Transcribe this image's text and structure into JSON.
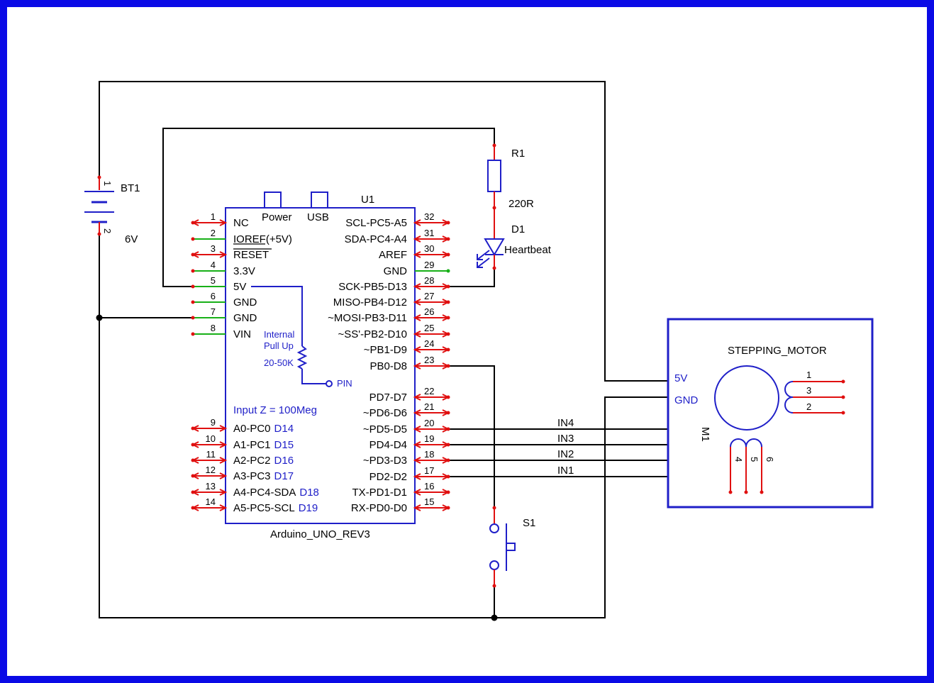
{
  "u1": {
    "ref": "U1",
    "name": "Arduino_UNO_REV3",
    "power": "Power",
    "usb": "USB",
    "internal1": "Internal",
    "internal2": "Pull Up",
    "internal3": "20-50K",
    "pin_label": "PIN",
    "input_z": "Input Z = 100Meg",
    "left_pins": [
      {
        "num": "1",
        "label": "NC",
        "extra": "",
        "color": "red"
      },
      {
        "num": "2",
        "label": "IOREF(+5V)",
        "extra": "",
        "color": "green"
      },
      {
        "num": "3",
        "label": "RESET",
        "extra": "",
        "color": "red"
      },
      {
        "num": "4",
        "label": "3.3V",
        "extra": "",
        "color": "green"
      },
      {
        "num": "5",
        "label": "5V",
        "extra": "",
        "color": "green"
      },
      {
        "num": "6",
        "label": "GND",
        "extra": "",
        "color": "green"
      },
      {
        "num": "7",
        "label": "GND",
        "extra": "",
        "color": "green"
      },
      {
        "num": "8",
        "label": "VIN",
        "extra": "",
        "color": "green"
      },
      {
        "num": "9",
        "label": "A0-PC0",
        "extra": "D14",
        "color": "red"
      },
      {
        "num": "10",
        "label": "A1-PC1",
        "extra": "D15",
        "color": "red"
      },
      {
        "num": "11",
        "label": "A2-PC2",
        "extra": "D16",
        "color": "red"
      },
      {
        "num": "12",
        "label": "A3-PC3",
        "extra": "D17",
        "color": "red"
      },
      {
        "num": "13",
        "label": "A4-PC4-SDA",
        "extra": "D18",
        "color": "red"
      },
      {
        "num": "14",
        "label": "A5-PC5-SCL",
        "extra": "D19",
        "color": "red"
      }
    ],
    "right_pins": [
      {
        "num": "32",
        "label": "SCL-PC5-A5",
        "color": "red"
      },
      {
        "num": "31",
        "label": "SDA-PC4-A4",
        "color": "red"
      },
      {
        "num": "30",
        "label": "AREF",
        "color": "red"
      },
      {
        "num": "29",
        "label": "GND",
        "color": "green"
      },
      {
        "num": "28",
        "label": "SCK-PB5-D13",
        "color": "red"
      },
      {
        "num": "27",
        "label": "MISO-PB4-D12",
        "color": "red"
      },
      {
        "num": "26",
        "label": "~MOSI-PB3-D11",
        "color": "red"
      },
      {
        "num": "25",
        "label": "~SS'-PB2-D10",
        "color": "red"
      },
      {
        "num": "24",
        "label": "~PB1-D9",
        "color": "red"
      },
      {
        "num": "23",
        "label": "PB0-D8",
        "color": "red"
      },
      {
        "num": "22",
        "label": "PD7-D7",
        "color": "red"
      },
      {
        "num": "21",
        "label": "~PD6-D6",
        "color": "red"
      },
      {
        "num": "20",
        "label": "~PD5-D5",
        "color": "red"
      },
      {
        "num": "19",
        "label": "PD4-D4",
        "color": "red"
      },
      {
        "num": "18",
        "label": "~PD3-D3",
        "color": "red"
      },
      {
        "num": "17",
        "label": "PD2-D2",
        "color": "red"
      },
      {
        "num": "16",
        "label": "TX-PD1-D1",
        "color": "red"
      },
      {
        "num": "15",
        "label": "RX-PD0-D0",
        "color": "red"
      }
    ]
  },
  "bt1": {
    "ref": "BT1",
    "value": "6V",
    "pin1": "1",
    "pin2": "2"
  },
  "r1": {
    "ref": "R1",
    "value": "220R"
  },
  "d1": {
    "ref": "D1",
    "value": "Heartbeat"
  },
  "s1": {
    "ref": "S1"
  },
  "nets": {
    "in4": "IN4",
    "in3": "IN3",
    "in2": "IN2",
    "in1": "IN1"
  },
  "m1": {
    "ref": "M1",
    "name": "STEPPING_MOTOR",
    "v5": "5V",
    "gnd": "GND",
    "pins": [
      "1",
      "3",
      "2",
      "4",
      "5",
      "6"
    ]
  },
  "colors": {
    "frame": "#0a0ae6",
    "component": "#1f1fc8",
    "pin_red": "#e01010",
    "pin_green": "#18b018",
    "wire": "#000000"
  }
}
